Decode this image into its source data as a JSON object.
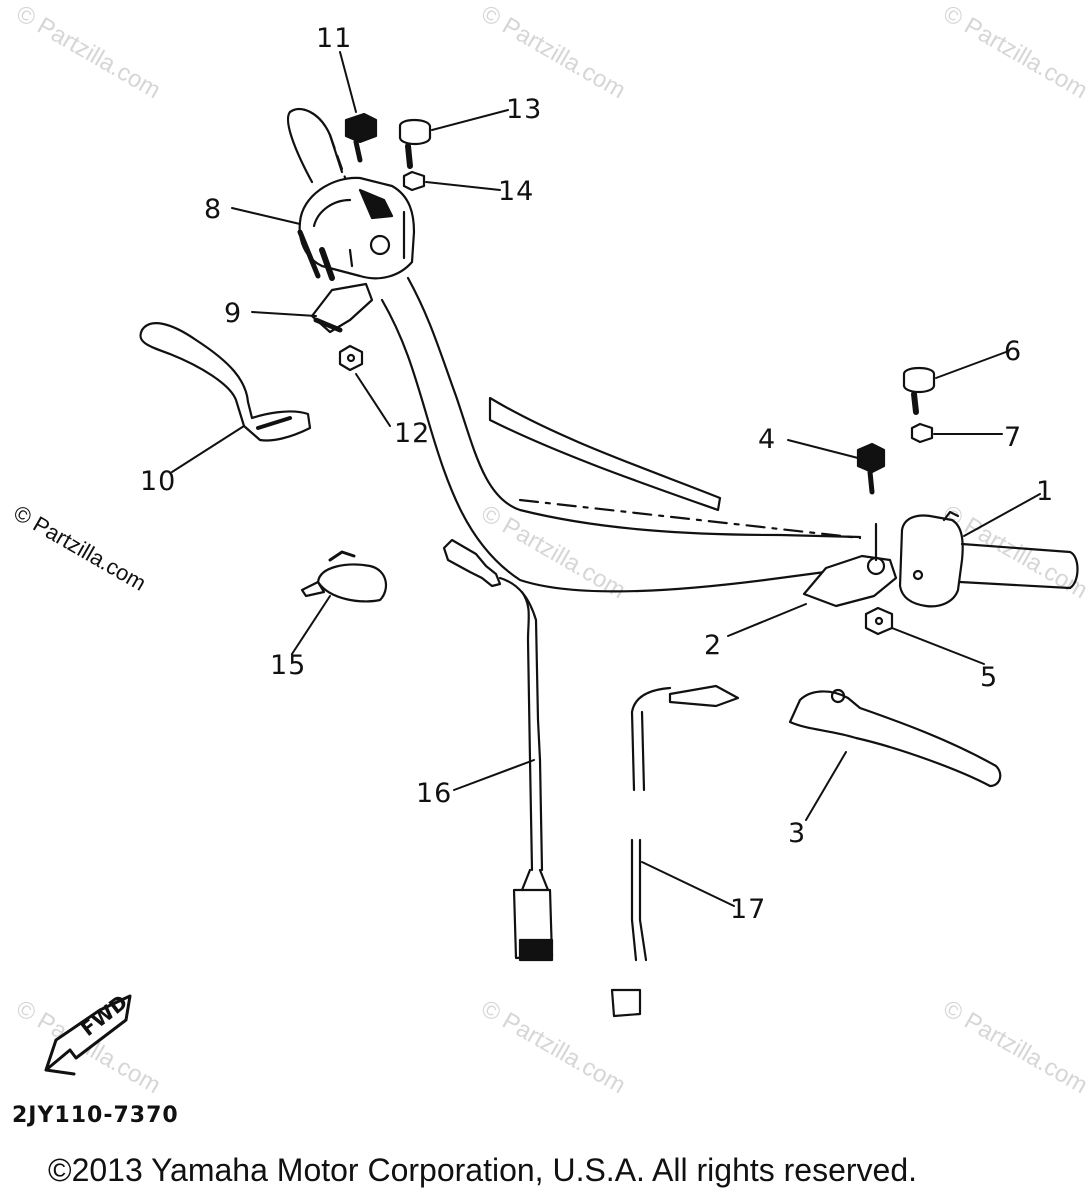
{
  "watermark": {
    "text": "© Partzilla.com"
  },
  "callouts": {
    "c1": "1",
    "c2": "2",
    "c3": "3",
    "c4": "4",
    "c5": "5",
    "c6": "6",
    "c7": "7",
    "c8": "8",
    "c9": "9",
    "c10": "10",
    "c11": "11",
    "c12": "12",
    "c13": "13",
    "c14": "14",
    "c15": "15",
    "c16": "16",
    "c17": "17"
  },
  "fwd_label": "FWD",
  "diagram_code": "2JY110-7370",
  "copyright": "©2013 Yamaha Motor Corporation, U.S.A. All rights reserved."
}
